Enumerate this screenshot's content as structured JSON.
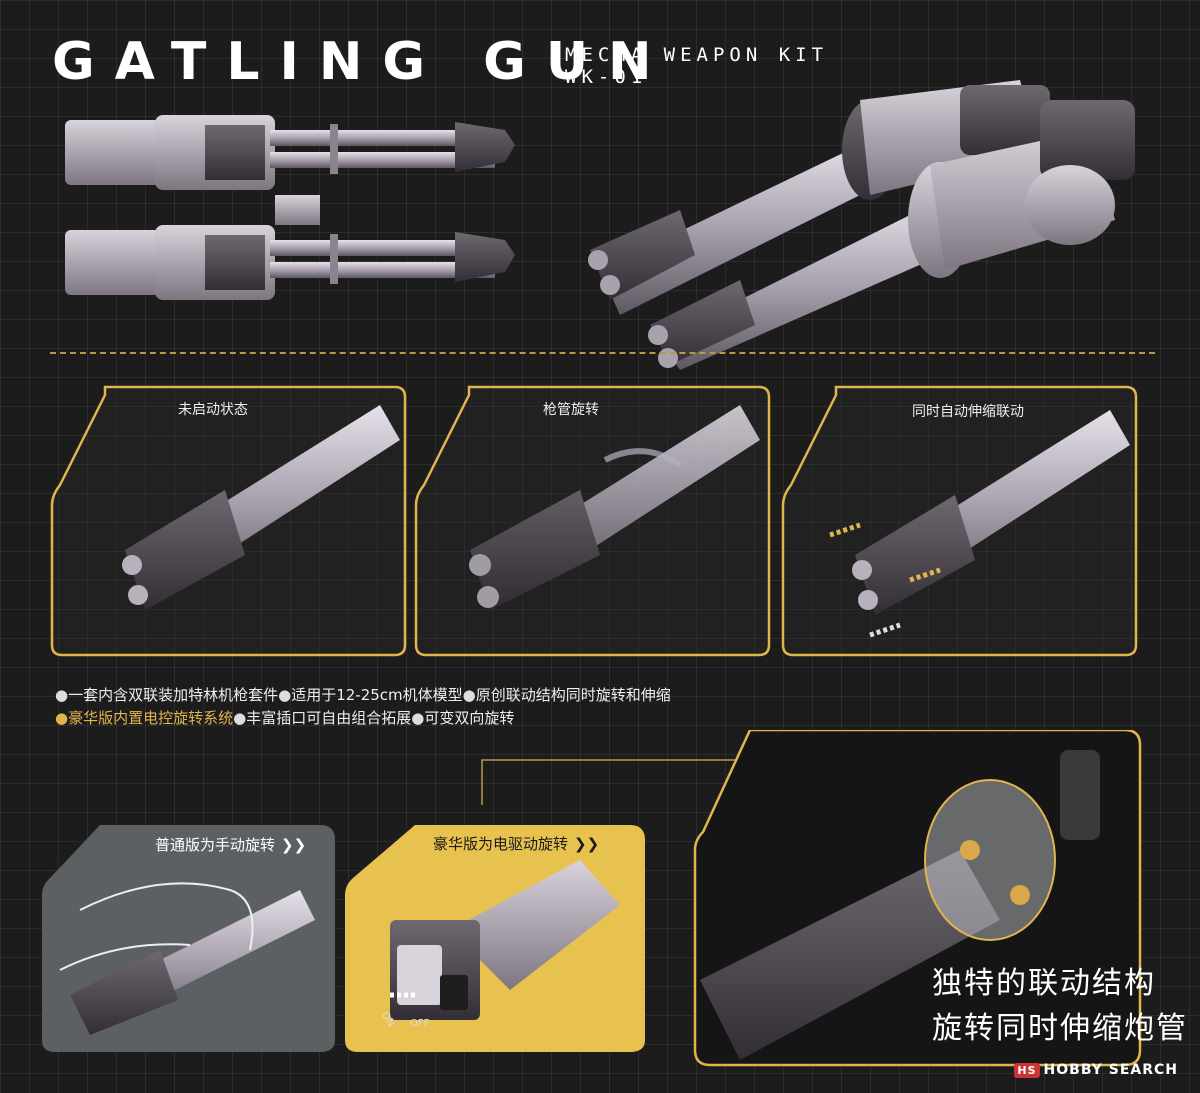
{
  "header": {
    "title": "GATLING GUN",
    "subtitle_line1": "MECHA WEAPON KIT",
    "subtitle_line2": "WK-01"
  },
  "mode_panels": [
    {
      "label": "未启动状态"
    },
    {
      "label": "枪管旋转"
    },
    {
      "label": "同时自动伸缩联动"
    }
  ],
  "features": {
    "line1": [
      "一套内含双联装加特林机枪套件",
      "适用于12-25cm机体模型",
      "原创联动结构同时旋转和伸缩"
    ],
    "line2_highlight": "豪华版内置电控旋转系统",
    "line2": [
      "丰富插口可自由组合拓展",
      "可变双向旋转"
    ],
    "bullet": "●"
  },
  "versions": {
    "standard_label": "普通版为手动旋转",
    "deluxe_label": "豪华版为电驱动旋转",
    "chevrons": "❯❯",
    "switch_on": "ON",
    "switch_off": "OFF"
  },
  "detail": {
    "line1": "独特的联动结构",
    "line2": "旋转同时伸缩炮管"
  },
  "watermark": {
    "logo": "HS",
    "text": "HOBBY SEARCH"
  },
  "colors": {
    "accent_gold": "#e0b64c",
    "background": "#1c1c1c",
    "deluxe_panel": "#e8c24e",
    "standard_panel": "#5c6063"
  }
}
